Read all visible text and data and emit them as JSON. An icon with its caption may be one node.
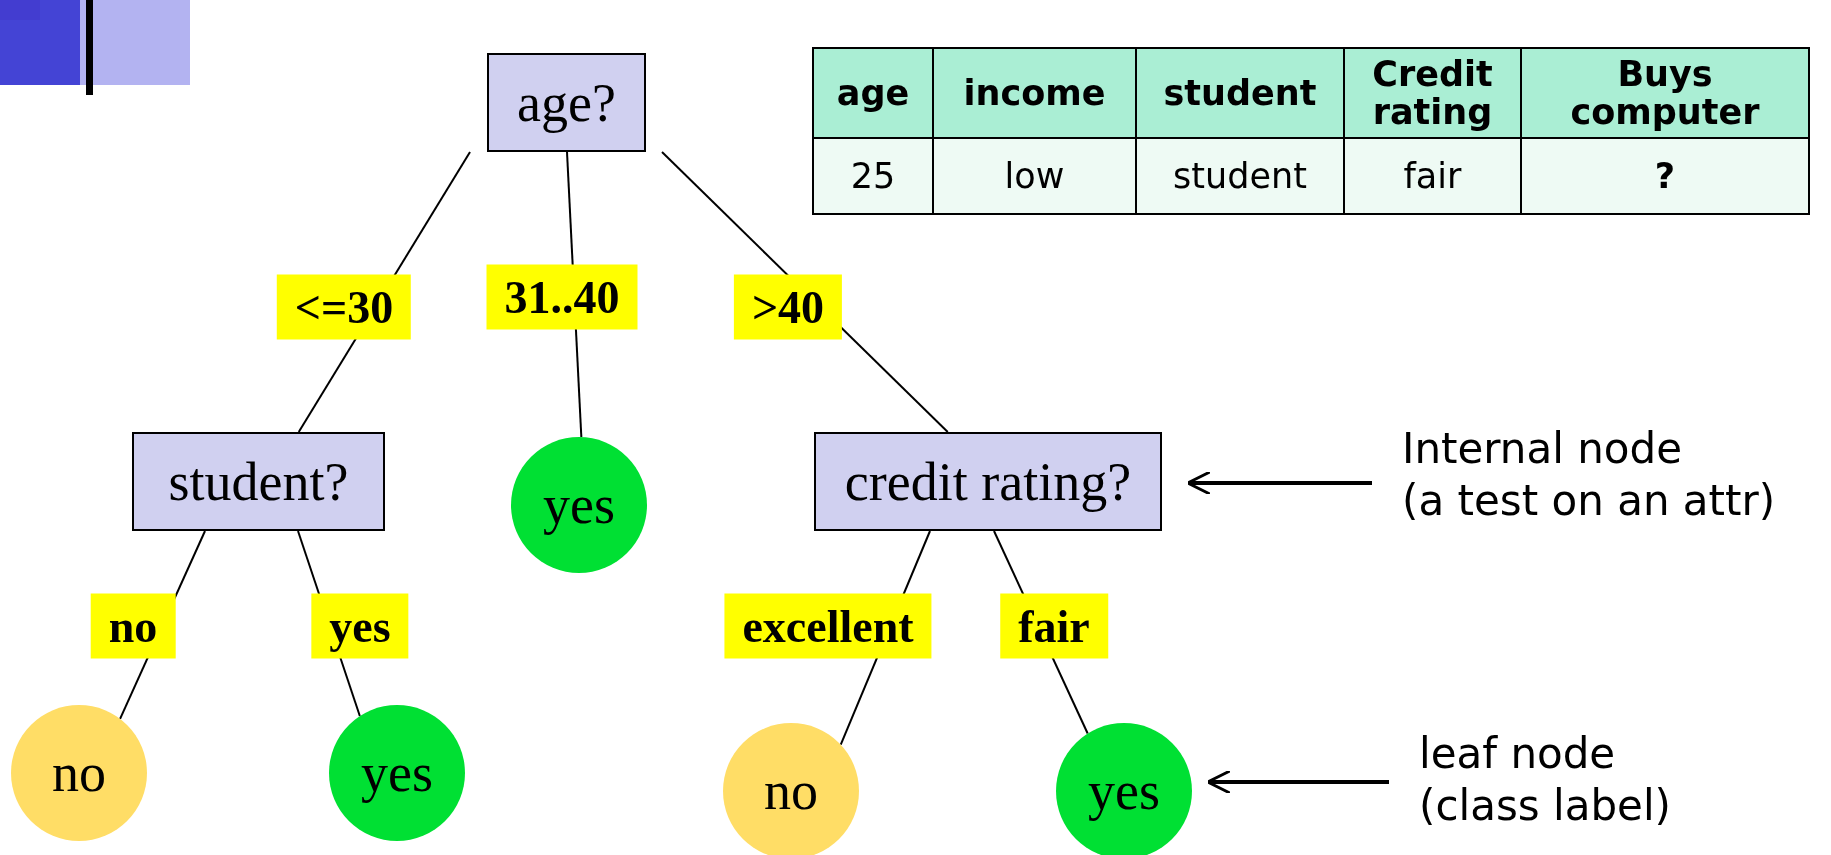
{
  "diagram": {
    "nodes": [
      {
        "text": [
          "age?"
        ]
      },
      {
        "text": [
          "student?"
        ]
      },
      {
        "text": [
          "yes"
        ]
      },
      {
        "text": [
          "credit rating?"
        ]
      },
      {
        "text": [
          "no"
        ]
      },
      {
        "text": [
          "yes"
        ]
      },
      {
        "text": [
          "no"
        ]
      },
      {
        "text": [
          "yes"
        ]
      },
      {
        "text": [
          "Internal node",
          "(a test on an attr)"
        ]
      },
      {
        "text": [
          "leaf node",
          "(class label)"
        ]
      }
    ],
    "edges": [
      {
        "from": 0,
        "to": 1,
        "label": "<=30",
        "arrow": "none"
      },
      {
        "from": 0,
        "to": 2,
        "label": "31..40",
        "arrow": "none"
      },
      {
        "from": 0,
        "to": 3,
        "label": ">40",
        "arrow": "none"
      },
      {
        "from": 1,
        "to": 4,
        "label": "no",
        "arrow": "none"
      },
      {
        "from": 1,
        "to": 5,
        "label": "yes",
        "arrow": "none"
      },
      {
        "from": 3,
        "to": 6,
        "label": "excellent",
        "arrow": "none"
      },
      {
        "from": 3,
        "to": 7,
        "label": "fair",
        "arrow": "none"
      },
      {
        "from": 8,
        "to": 3,
        "arrow": "to"
      },
      {
        "from": 9,
        "to": 7,
        "arrow": "to"
      }
    ],
    "labels": [
      "age",
      "income",
      "student",
      "Credit rating",
      "Buys computer",
      "25",
      "low",
      "student",
      "fair",
      "?"
    ]
  }
}
